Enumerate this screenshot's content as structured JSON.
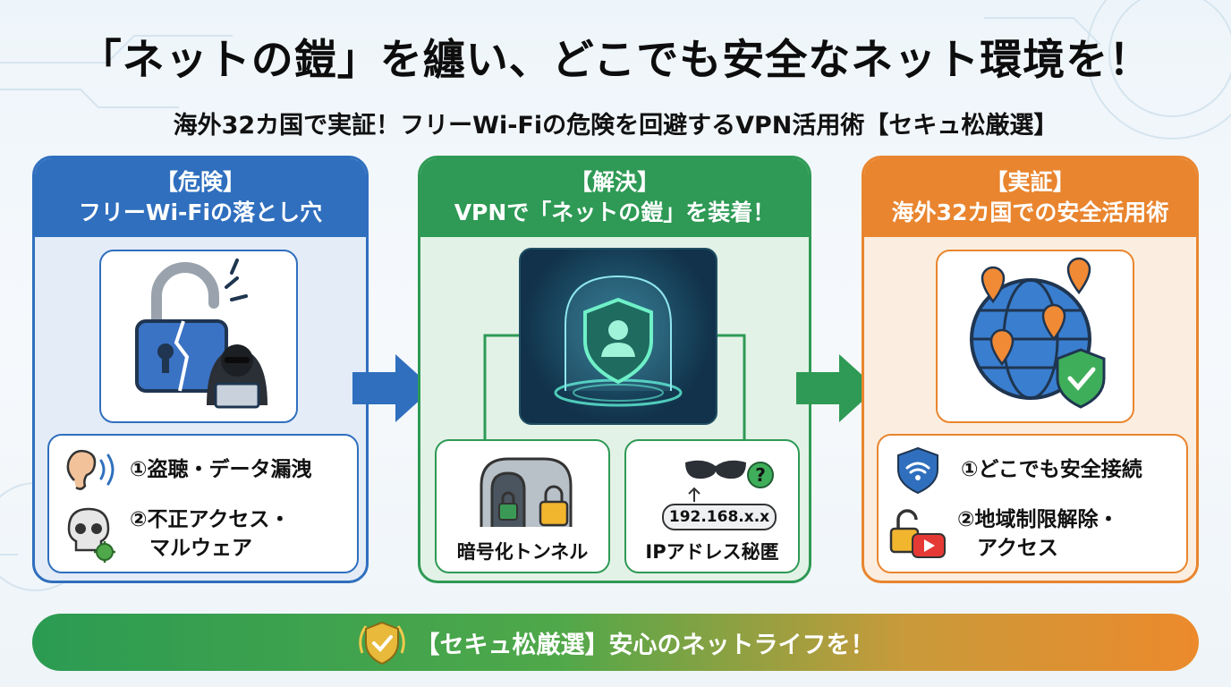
{
  "title": "「ネットの鎧」を纏い、どこでも安全なネット環境を！",
  "subtitle": "海外32カ国で実証！フリーWi-Fiの危険を回避するVPN活用術【セキュ松厳選】",
  "panels": {
    "danger": {
      "heading_line1": "【危険】",
      "heading_line2": "フリーWi-Fiの落とし穴",
      "item1": "①盗聴・データ漏洩",
      "item2_line1": "②不正アクセス・",
      "item2_line2": "マルウェア"
    },
    "solution": {
      "heading_line1": "【解決】",
      "heading_line2": "VPNで「ネットの鎧」を装着！",
      "tunnel_label": "暗号化トンネル",
      "ip_label": "IPアドレス秘匿",
      "ip_text": "192.168.x.x"
    },
    "proof": {
      "heading_line1": "【実証】",
      "heading_line2": "海外32カ国での安全活用術",
      "item1": "①どこでも安全接続",
      "item2_line1": "②地域制限解除・",
      "item2_line2": "アクセス"
    }
  },
  "banner": {
    "text": "【セキュ松厳選】安心のネットライフを！"
  },
  "colors": {
    "danger": "#2f6fbe",
    "solution": "#2e9a55",
    "proof": "#e9852f"
  },
  "icons": [
    "broken-padlock-icon",
    "hacker-laptop-icon",
    "ear-icon",
    "skull-icon",
    "virus-icon",
    "shield-user-icon",
    "tunnel-icon",
    "padlock-icon",
    "mask-icon",
    "question-icon",
    "globe-pins-icon",
    "shield-check-icon",
    "wifi-shield-icon",
    "unlocked-padlock-icon",
    "video-play-icon",
    "gold-shield-icon"
  ]
}
